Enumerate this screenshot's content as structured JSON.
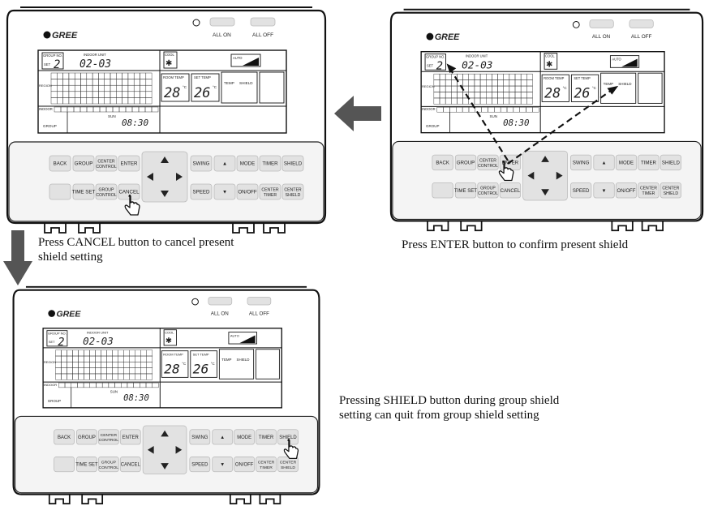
{
  "controller": {
    "brand": "GREE",
    "top_buttons": [
      "ALL ON",
      "ALL OFF"
    ],
    "lcd": {
      "group_no": "GROUP NO.",
      "set": "SET",
      "set_value": "2",
      "indoor_unit": "INDOOR UNIT",
      "unit_range": "02-03",
      "cool": "COOL",
      "auto": "AUTO",
      "region": "REGION",
      "indoor": "INDOOR",
      "room_temp": "ROOM TEMP",
      "room_temp_value": "28",
      "set_temp": "SET TEMP",
      "set_temp_value": "26",
      "temp_unit": "°C",
      "temp_label": "TEMP",
      "shield_label": "SHIELD",
      "group": "GROUP",
      "day": "SUN",
      "clock": "08:30"
    },
    "keys": {
      "back": "BACK",
      "group": "GROUP",
      "center_control": [
        "CENTER",
        "CONTROL"
      ],
      "enter": "ENTER",
      "swing": "SWING",
      "mode": "MODE",
      "timer": "TIMER",
      "shield": "SHIELD",
      "time_set": "TIME SET",
      "group_control": [
        "GROUP",
        "CONTROL"
      ],
      "cancel": "CANCEL",
      "speed": "SPEED",
      "on_off": "ON/OFF",
      "center_timer": [
        "CENTER",
        "TIMER"
      ],
      "center_shield": [
        "CENTER",
        "SHIELD"
      ]
    }
  },
  "captions": {
    "cancel_line1": "Press CANCEL button to cancel  present",
    "cancel_line2": "shield setting",
    "enter": "Press ENTER button to confirm present  shield",
    "shield_line1": "Pressing SHIELD button during group shield",
    "shield_line2": "setting can quit from group shield setting"
  }
}
